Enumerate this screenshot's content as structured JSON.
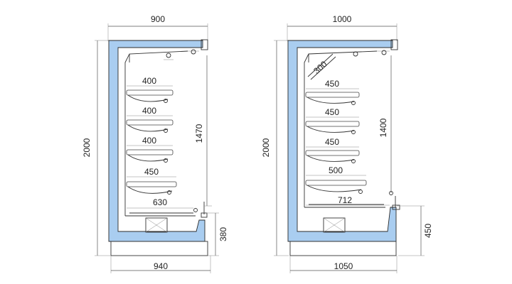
{
  "colors": {
    "insulation": "#a9cdf0",
    "line": "#333333",
    "background": "#ffffff"
  },
  "left_unit": {
    "overall_top_width": "900",
    "overall_height": "2000",
    "inner_height": "1470",
    "base_height": "380",
    "base_width": "940",
    "shelves": [
      "400",
      "400",
      "400",
      "450"
    ],
    "bottom_depth": "630"
  },
  "right_unit": {
    "overall_top_width": "1000",
    "overall_height": "2000",
    "inner_height": "1400",
    "base_height": "450",
    "base_width": "1050",
    "top_shelf": "300",
    "shelves": [
      "450",
      "450",
      "450",
      "500"
    ],
    "bottom_depth": "712"
  }
}
